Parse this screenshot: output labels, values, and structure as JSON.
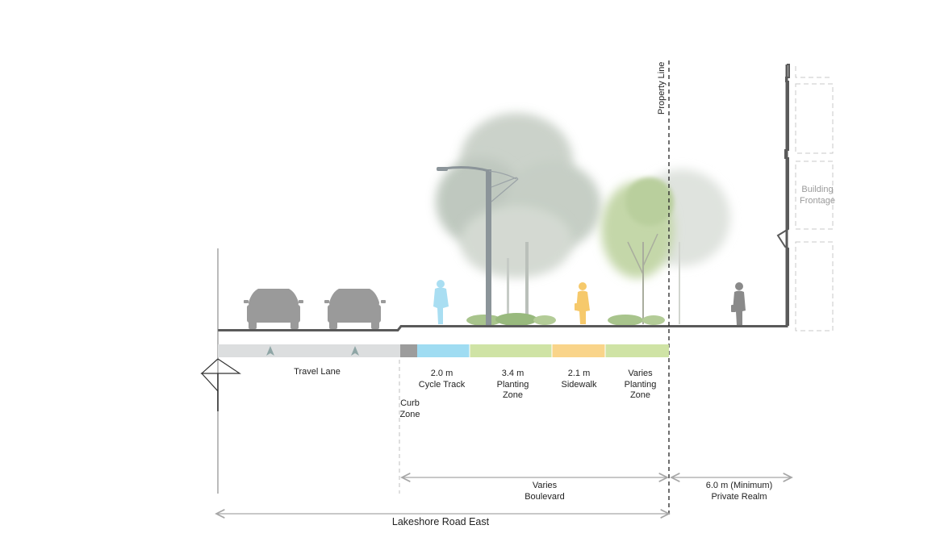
{
  "property_line_label": "Property Line",
  "building_label": [
    "Building",
    "Frontage"
  ],
  "segments": [
    {
      "id": "travel-lane",
      "lines": [
        "Travel Lane"
      ],
      "color": "#dcdedf"
    },
    {
      "id": "curb-zone",
      "lines": [
        "Curb",
        "Zone"
      ],
      "color": "#9c9c9c"
    },
    {
      "id": "cycle-track",
      "lines": [
        "2.0 m",
        "Cycle Track"
      ],
      "color": "#9fdcf2"
    },
    {
      "id": "planting-zone",
      "lines": [
        "3.4 m",
        "Planting",
        "Zone"
      ],
      "color": "#cfe3a5"
    },
    {
      "id": "sidewalk",
      "lines": [
        "2.1 m",
        "Sidewalk"
      ],
      "color": "#f9d48a"
    },
    {
      "id": "planting-zone-varies",
      "lines": [
        "Varies",
        "Planting",
        "Zone"
      ],
      "color": "#cfe3a5"
    }
  ],
  "dimensions": {
    "boulevard": [
      "Varies",
      "Boulevard"
    ],
    "private_realm": [
      "6.0 m (Minimum)",
      "Private Realm"
    ],
    "road": "Lakeshore Road East"
  },
  "colors": {
    "ground_line": "#5a5a5a",
    "car": "#9a9a9a",
    "cyclist": "#a9def2",
    "pedestrian_sidewalk": "#f6c96b",
    "pedestrian_private": "#8a8a8a",
    "lamp_post": "#8b9499",
    "dimension_line": "#a7a7a7"
  }
}
